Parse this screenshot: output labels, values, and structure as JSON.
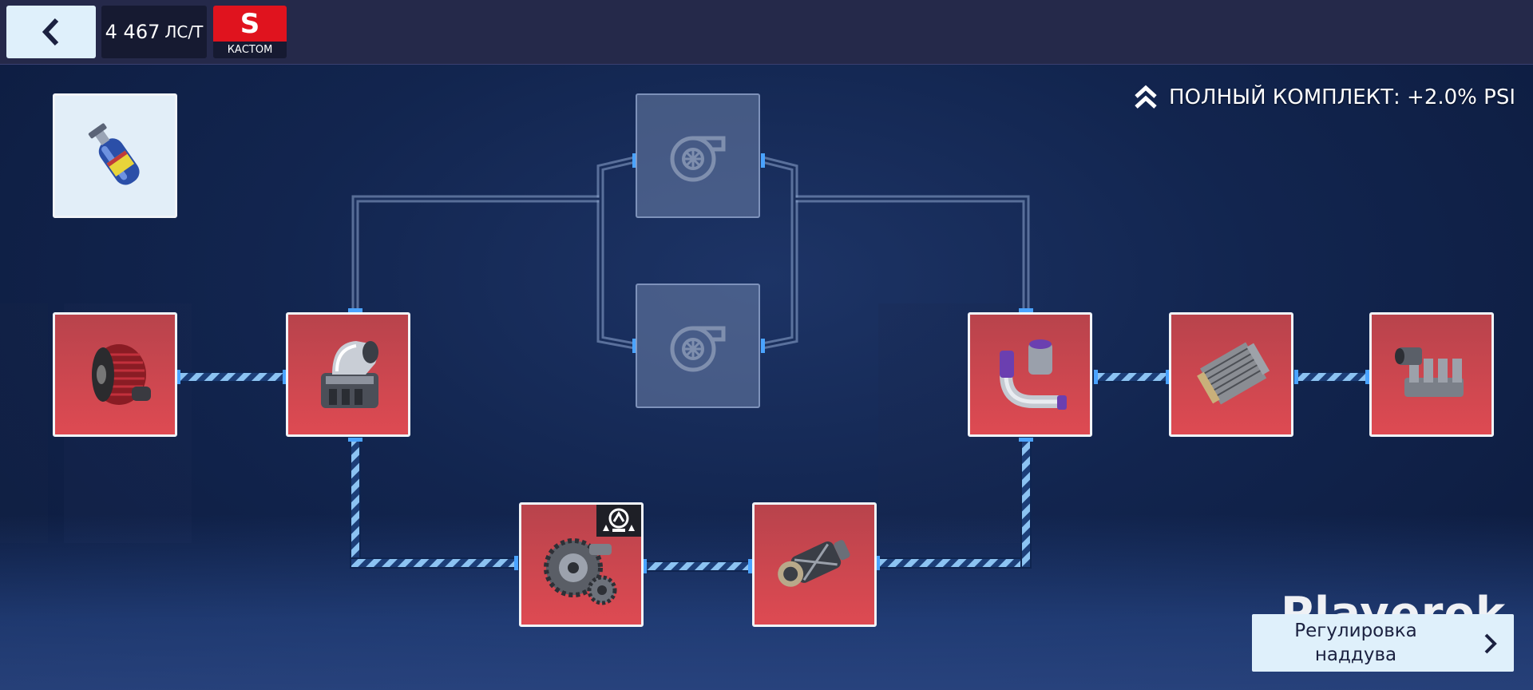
{
  "header": {
    "power_value": "4 467",
    "power_unit": "ЛС/Т",
    "class_letter": "S",
    "class_label": "КАСТОМ"
  },
  "set_bonus": {
    "text": "ПОЛНЫЙ КОМПЛЕКТ: +2.0% PSI"
  },
  "parts": [
    {
      "name": "nitrous",
      "icon": "nitrous-bottle-icon",
      "state": "installed"
    },
    {
      "name": "air-filter",
      "icon": "air-filter-icon",
      "state": "installed"
    },
    {
      "name": "supercharger-intake",
      "icon": "intake-scoop-icon",
      "state": "installed"
    },
    {
      "name": "turbo-1",
      "icon": "turbo-icon",
      "state": "locked"
    },
    {
      "name": "turbo-2",
      "icon": "turbo-icon",
      "state": "locked"
    },
    {
      "name": "gears",
      "icon": "gears-icon",
      "state": "installed",
      "badge": "boost-badge-icon"
    },
    {
      "name": "supercharger",
      "icon": "supercharger-icon",
      "state": "installed"
    },
    {
      "name": "piping",
      "icon": "piping-icon",
      "state": "installed"
    },
    {
      "name": "intercooler",
      "icon": "intercooler-icon",
      "state": "installed"
    },
    {
      "name": "intake-manifold",
      "icon": "intake-manifold-icon",
      "state": "installed"
    }
  ],
  "boost_button": {
    "line1": "Регулировка",
    "line2": "наддува"
  },
  "watermark": "Playerok",
  "colors": {
    "accent": "#e0131e",
    "tile_red": "#de4a52",
    "link_active": "#7fb7ea",
    "topbar": "#25294a"
  }
}
